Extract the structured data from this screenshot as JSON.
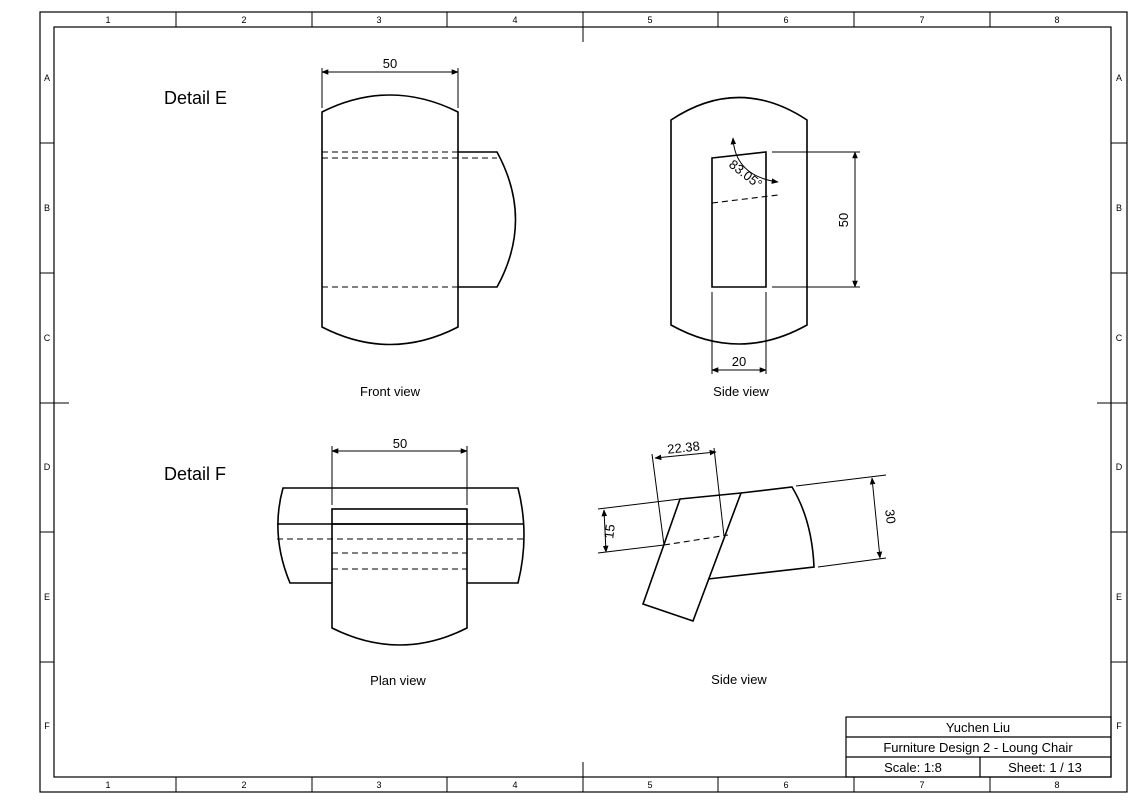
{
  "zones": {
    "columns": [
      "1",
      "2",
      "3",
      "4",
      "5",
      "6",
      "7",
      "8"
    ],
    "rows": [
      "A",
      "B",
      "C",
      "D",
      "E",
      "F"
    ]
  },
  "details": {
    "e": {
      "title": "Detail E",
      "front_caption": "Front view",
      "side_caption": "Side view",
      "front_width_dim": "50",
      "side_height_dim": "50",
      "side_width_dim": "20",
      "angle_dim": "83.05°"
    },
    "f": {
      "title": "Detail F",
      "plan_caption": "Plan view",
      "side_caption": "Side view",
      "plan_width_dim": "50",
      "side_top_dim": "22.38",
      "side_left_dim": "15",
      "side_right_dim": "30"
    }
  },
  "title_block": {
    "author": "Yuchen Liu",
    "project": "Furniture Design 2 - Loung Chair",
    "scale": "Scale: 1:8",
    "sheet": "Sheet: 1 / 13"
  }
}
